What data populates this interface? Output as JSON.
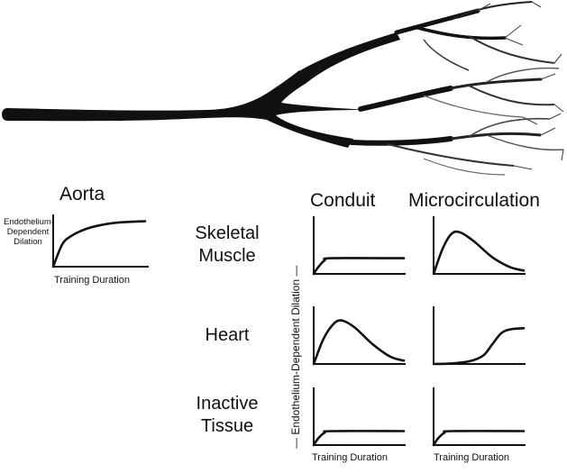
{
  "figure": {
    "aorta": {
      "title": "Aorta",
      "ylabel": "Endothelium-\nDependent\nDilation",
      "xlabel": "Training Duration"
    },
    "columns": [
      "Conduit",
      "Microcirculation"
    ],
    "rows": [
      "Skeletal\nMuscle",
      "Heart",
      "Inactive\nTissue"
    ],
    "shared_ylabel": "— Endothelium-Dependent Dilation —",
    "xlabels": [
      "Training Duration",
      "Training Duration"
    ]
  },
  "chart_data": [
    {
      "type": "line",
      "panel": "aorta",
      "title": "Aorta",
      "xlabel": "Training Duration",
      "ylabel": "Endothelium-Dependent Dilation",
      "shape": "saturating-rise",
      "series": [
        {
          "x": [
            0,
            0.1,
            0.2,
            0.35,
            0.5,
            0.7,
            1.0
          ],
          "values": [
            0,
            0.48,
            0.66,
            0.8,
            0.88,
            0.94,
            0.97
          ]
        }
      ]
    },
    {
      "type": "line",
      "panel": "skeletal-muscle-conduit",
      "shape": "small-rise-plateau",
      "series": [
        {
          "x": [
            0,
            0.05,
            0.12,
            0.2,
            1.0
          ],
          "values": [
            0,
            0.12,
            0.24,
            0.28,
            0.28
          ]
        }
      ]
    },
    {
      "type": "line",
      "panel": "skeletal-muscle-microcirculation",
      "shape": "rise-then-decline",
      "series": [
        {
          "x": [
            0,
            0.1,
            0.2,
            0.3,
            0.45,
            0.65,
            0.85,
            1.0
          ],
          "values": [
            0,
            0.45,
            0.72,
            0.74,
            0.58,
            0.3,
            0.12,
            0.06
          ]
        }
      ]
    },
    {
      "type": "line",
      "panel": "heart-conduit",
      "shape": "rise-then-decline",
      "series": [
        {
          "x": [
            0,
            0.1,
            0.2,
            0.3,
            0.45,
            0.65,
            0.85,
            1.0
          ],
          "values": [
            0,
            0.42,
            0.68,
            0.78,
            0.66,
            0.36,
            0.13,
            0.06
          ]
        }
      ]
    },
    {
      "type": "line",
      "panel": "heart-microcirculation",
      "shape": "delayed-sigmoid-rise",
      "series": [
        {
          "x": [
            0,
            0.2,
            0.4,
            0.55,
            0.65,
            0.75,
            0.85,
            1.0
          ],
          "values": [
            0,
            0.01,
            0.05,
            0.15,
            0.35,
            0.55,
            0.62,
            0.64
          ]
        }
      ]
    },
    {
      "type": "line",
      "panel": "inactive-tissue-conduit",
      "shape": "small-rise-plateau",
      "series": [
        {
          "x": [
            0,
            0.05,
            0.12,
            0.2,
            1.0
          ],
          "values": [
            0,
            0.12,
            0.22,
            0.25,
            0.25
          ]
        }
      ]
    },
    {
      "type": "line",
      "panel": "inactive-tissue-microcirculation",
      "shape": "small-rise-plateau",
      "series": [
        {
          "x": [
            0,
            0.05,
            0.12,
            0.2,
            1.0
          ],
          "values": [
            0,
            0.12,
            0.22,
            0.25,
            0.25
          ]
        }
      ]
    }
  ]
}
